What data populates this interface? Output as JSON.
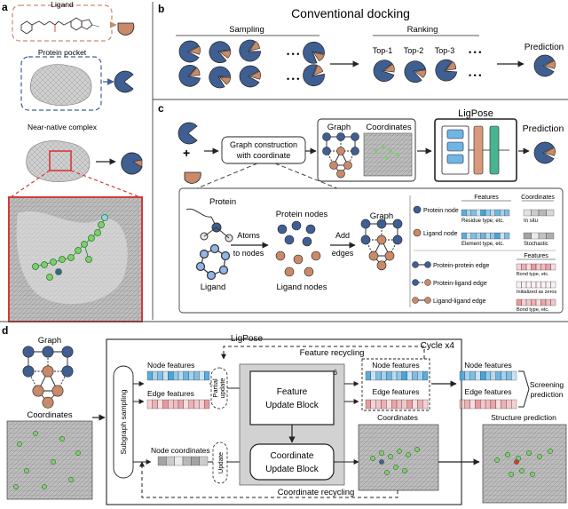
{
  "panels": {
    "a": {
      "letter": "a",
      "ligand_label": "Ligand",
      "pocket_label": "Protein pocket",
      "complex_label": "Near-native complex"
    },
    "b": {
      "letter": "b",
      "title": "Conventional docking",
      "sampling_label": "Sampling",
      "ranking_label": "Ranking",
      "top_labels": [
        "Top-1",
        "Top-2",
        "Top-3"
      ],
      "ellipsis": "• • •",
      "prediction_label": "Prediction"
    },
    "c": {
      "letter": "c",
      "construction_label_1": "Graph construction",
      "construction_label_2": "with coordinate",
      "graph_label": "Graph",
      "coordinates_label": "Coordinates",
      "model_label": "LigPose",
      "prediction_label": "Prediction",
      "protein_label": "Protein",
      "ligand_label": "Ligand",
      "atoms_to_nodes_1": "Atoms",
      "atoms_to_nodes_2": "to nodes",
      "protein_nodes_label": "Protein nodes",
      "ligand_nodes_label": "Ligand nodes",
      "add_edges_1": "Add",
      "add_edges_2": "edges",
      "graph_label_2": "Graph",
      "legend": {
        "features_header": "Features",
        "coordinates_header": "Coordinates",
        "protein_node": "Protein node",
        "protein_node_feat": "Residue type, etc.",
        "protein_node_coord": "In situ",
        "ligand_node": "Ligand node",
        "ligand_node_feat": "Element type, etc.",
        "ligand_node_coord": "Stochastic",
        "edge_features_header": "Features",
        "pp_edge": "Protein-protein edge",
        "pp_edge_feat": "Bond type, etc.",
        "pl_edge": "Protein-ligand edge",
        "pl_edge_feat": "Initialized as zeros",
        "ll_edge": "Ligand-ligand edge",
        "ll_edge_feat": "Bond type, etc."
      }
    },
    "d": {
      "letter": "d",
      "graph_label": "Graph",
      "coordinates_label": "Coordinates",
      "model_label": "LigPose",
      "feature_recycling": "Feature recycling",
      "cycle_label": "Cycle x4",
      "subgraph_sampling": "Subgraph sampling",
      "node_features": "Node features",
      "edge_features": "Edge features",
      "node_coordinates": "Node coordinates",
      "partial_update_1": "Partial",
      "partial_update_2": "update",
      "update_label": "Update",
      "x6_label": "x6",
      "feature_block_1": "Feature",
      "feature_block_2": "Update Block",
      "coordinate_block_1": "Coordinate",
      "coordinate_block_2": "Update Block",
      "out_node_features": "Node features",
      "out_edge_features": "Edge features",
      "out_coordinates": "Coordinates",
      "final_node_features": "Node features",
      "final_edge_features": "Edge features",
      "screening_1": "Screening",
      "screening_2": "prediction",
      "structure_prediction": "Structure prediction",
      "coordinate_recycling": "Coordinate recycling"
    }
  },
  "colors": {
    "protein": "#3f5f93",
    "ligand": "#c98a6a",
    "node_feature": "#4aa3d8",
    "edge_feature": "#e58f94",
    "coordinate": "#9a9a9a",
    "block_fill": "#d2d2d2",
    "ligpose_blue": "#6fb6e6",
    "ligpose_orange": "#d99a7b",
    "ligpose_green": "#49b58f",
    "red_box": "#d23a3a"
  }
}
